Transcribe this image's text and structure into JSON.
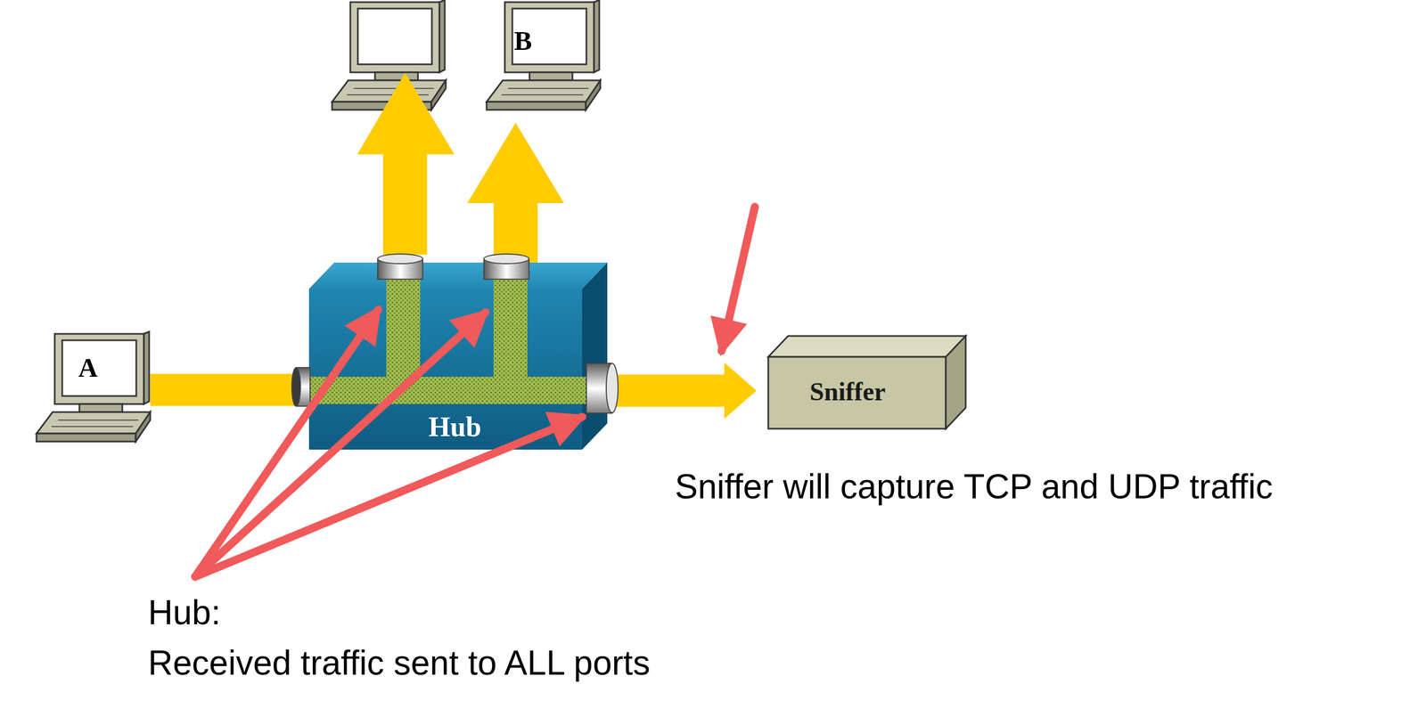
{
  "diagram": {
    "nodes": [
      {
        "text": [
          "B"
        ]
      },
      {
        "text": [
          "A"
        ]
      },
      {
        "text": [
          "Hub"
        ]
      },
      {
        "text": [
          "Sniffer"
        ]
      }
    ],
    "edges": [
      {
        "from": 1,
        "to": 2,
        "arrow": "none"
      },
      {
        "from": 2,
        "to": 0,
        "arrow": "to"
      },
      {
        "from": 2,
        "to": 3,
        "arrow": "to"
      }
    ],
    "labels": [
      "Sniffer will capture TCP and UDP traffic",
      "Hub:",
      "Received traffic sent to ALL ports"
    ]
  }
}
